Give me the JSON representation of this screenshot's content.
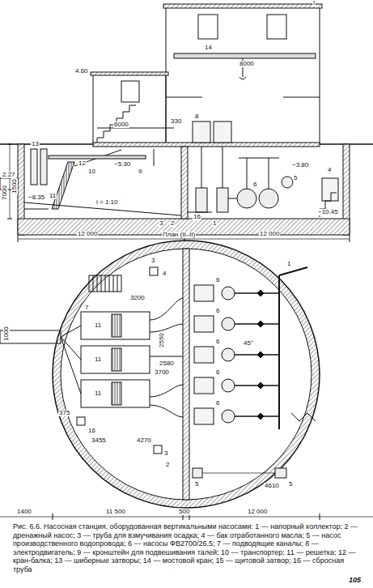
{
  "diagram": {
    "caption": "Рис. 6.6. Насосная станция, оборудованная вертикальными насосами: 1 — напорный коллектор; 2 — дренажный насос; 3 — труба для взмучивания осадка; 4 — бак отработанного масла; 5 — насос производственного водопровода; 6 — насосы ФВ2700/26,5; 7 — подводящие каналы; 8 — электродвигатель; 9 — кронштейн для подвешивания талей; 10 — транспортер; 11 — решетка; 12 — кран-балка; 13 — шиберные затворы; 14 — мостовой кран; 15 — щитовой затвор; 16 — сбросная труба",
    "labels": [
      "I",
      "4.60",
      "14",
      "8000",
      "330",
      "6000",
      "13",
      "12",
      "10",
      "11",
      "9",
      "8",
      "7000",
      "1500",
      "−5.30",
      "−3.80",
      "2.27",
      "−8.35",
      "i = 1:10",
      "5",
      "6",
      "4",
      "−10.45",
      "12 000",
      "3",
      "2",
      "16",
      "12 000",
      "1",
      "План (II–II)",
      "3",
      "4",
      "3200",
      "7",
      "11",
      "11",
      "11",
      "1000",
      "2550",
      "2580",
      "3700",
      "375",
      "16",
      "3455",
      "4270",
      "3",
      "2",
      "1",
      "6",
      "6",
      "6",
      "6",
      "6",
      "45°",
      "5",
      "4610",
      "5",
      "1400",
      "11 500",
      "500",
      "12 000",
      "105"
    ]
  }
}
